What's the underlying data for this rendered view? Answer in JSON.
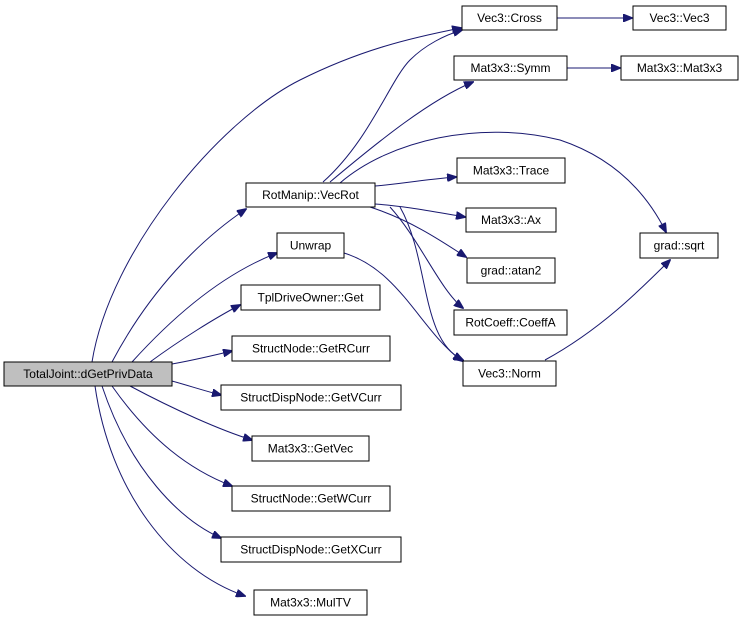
{
  "colors": {
    "edge": "#191970",
    "root_fill": "#bfbfbf",
    "node_fill": "#ffffff",
    "node_border": "#000000"
  },
  "nodes": {
    "root": "TotalJoint::dGetPrivData",
    "vecrot": "RotManip::VecRot",
    "unwrap": "Unwrap",
    "tpl": "TplDriveOwner::Get",
    "rcurr": "StructNode::GetRCurr",
    "vcurr": "StructDispNode::GetVCurr",
    "getvec": "Mat3x3::GetVec",
    "wcurr": "StructNode::GetWCurr",
    "xcurr": "StructDispNode::GetXCurr",
    "multv": "Mat3x3::MulTV",
    "cross": "Vec3::Cross",
    "vec3": "Vec3::Vec3",
    "symm": "Mat3x3::Symm",
    "mat3x3": "Mat3x3::Mat3x3",
    "trace": "Mat3x3::Trace",
    "ax": "Mat3x3::Ax",
    "atan2": "grad::atan2",
    "coeffa": "RotCoeff::CoeffA",
    "norm": "Vec3::Norm",
    "sqrt": "grad::sqrt"
  },
  "edges": [
    [
      "root",
      "cross"
    ],
    [
      "root",
      "vecrot"
    ],
    [
      "root",
      "unwrap"
    ],
    [
      "root",
      "tpl"
    ],
    [
      "root",
      "rcurr"
    ],
    [
      "root",
      "vcurr"
    ],
    [
      "root",
      "getvec"
    ],
    [
      "root",
      "wcurr"
    ],
    [
      "root",
      "xcurr"
    ],
    [
      "root",
      "multv"
    ],
    [
      "vecrot",
      "cross"
    ],
    [
      "vecrot",
      "symm"
    ],
    [
      "vecrot",
      "trace"
    ],
    [
      "vecrot",
      "ax"
    ],
    [
      "vecrot",
      "atan2"
    ],
    [
      "vecrot",
      "coeffa"
    ],
    [
      "vecrot",
      "norm"
    ],
    [
      "vecrot",
      "sqrt"
    ],
    [
      "unwrap",
      "norm"
    ],
    [
      "cross",
      "vec3"
    ],
    [
      "symm",
      "mat3x3"
    ],
    [
      "norm",
      "sqrt"
    ]
  ]
}
